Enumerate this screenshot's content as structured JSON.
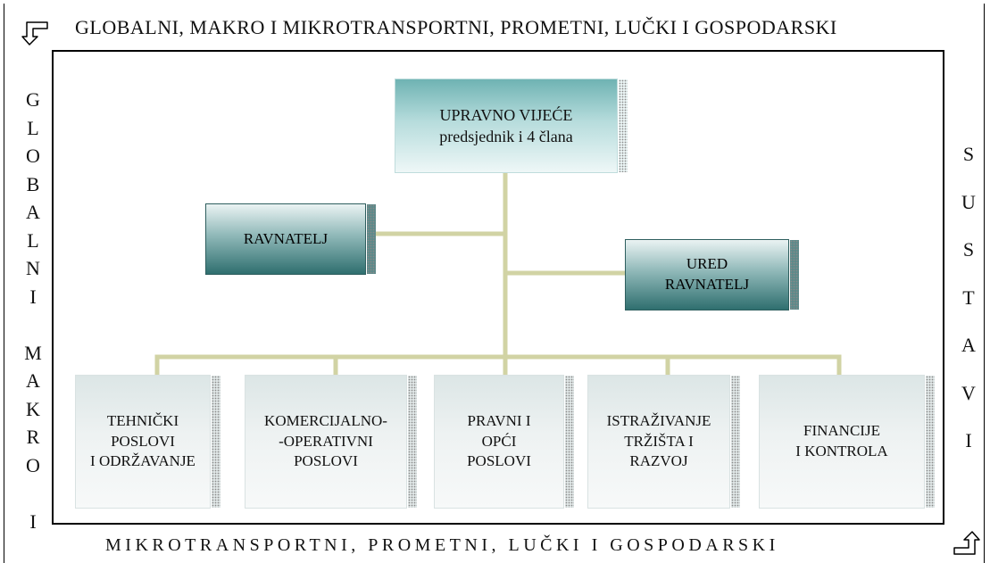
{
  "frame": {
    "top_title": "GLOBALNI,  MAKRO I MIKROTRANSPORTNI, PROMETNI, LUČKI I GOSPODARSKI",
    "bottom_title": "MIKROTRANSPORTNI, PROMETNI, LUČKI I GOSPODARSKI",
    "left_vertical": [
      "G",
      "L",
      "O",
      "B",
      "A",
      "L",
      "N",
      "I",
      "",
      "M",
      "A",
      "K",
      "R",
      "O",
      "",
      "I"
    ],
    "right_vertical": [
      "S",
      "U",
      "S",
      "T",
      "A",
      "V",
      "I"
    ],
    "top_left_icon": "turn-arrow-icon",
    "bottom_right_icon": "turn-arrow-icon"
  },
  "org": {
    "board": {
      "title": "UPRAVNO VIJEĆE",
      "subtitle": "predsjednik i 4 člana"
    },
    "director": {
      "label": "RAVNATELJ"
    },
    "office": {
      "label": "URED\nRAVNATELJ"
    },
    "departments": [
      {
        "label": "TEHNIČKI\nPOSLOVI\nI ODRŽAVANJE"
      },
      {
        "label": "KOMERCIJALNO-\n-OPERATIVNI\nPOSLOVI"
      },
      {
        "label": "PRAVNI I\nOPĆI\nPOSLOVI"
      },
      {
        "label": "ISTRAŽIVANJE\nTRŽIŠTA I\nRAZVOJ"
      },
      {
        "label": "FINANCIJE\nI KONTROLA"
      }
    ]
  },
  "colors": {
    "connector": "#d1d3a4",
    "top_box": "#b6dcdc",
    "dark_box": "#2f6f6f",
    "light_box": "#eef2f2"
  }
}
